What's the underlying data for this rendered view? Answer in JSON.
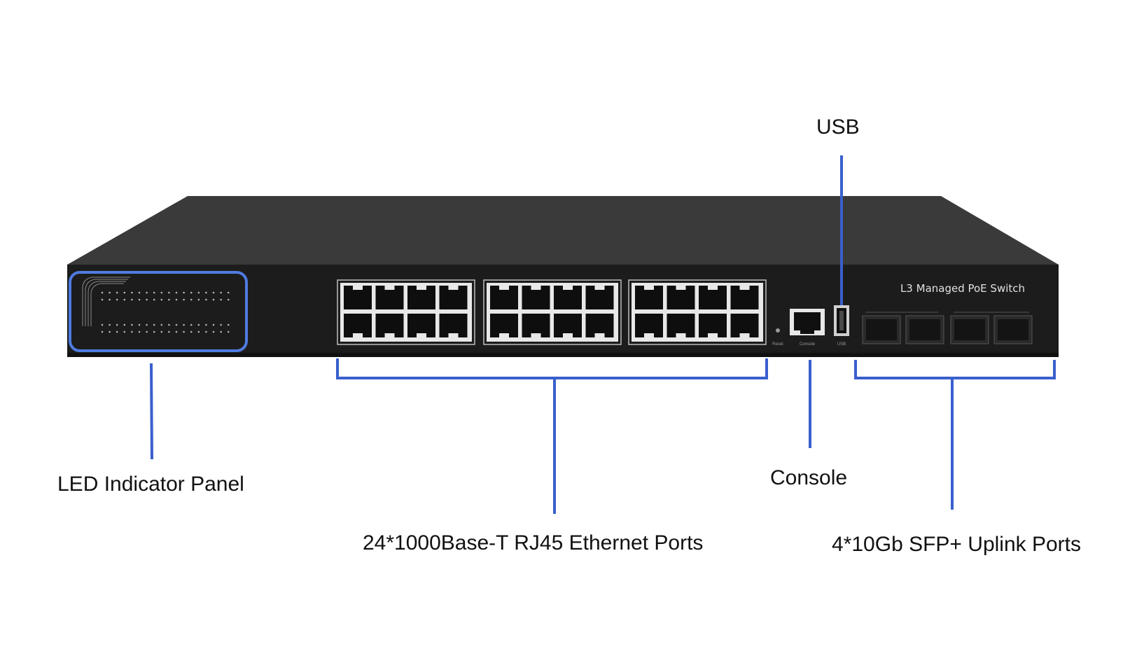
{
  "device": {
    "model_label": "L3 Managed PoE Switch",
    "front_panel_text": [
      "Reset",
      "Console",
      "USB"
    ]
  },
  "callouts": {
    "usb": "USB",
    "led_panel": "LED Indicator Panel",
    "rj45_ports": "24*1000Base-T RJ45 Ethernet Ports",
    "console": "Console",
    "sfp_ports": "4*10Gb SFP+ Uplink Ports"
  },
  "colors": {
    "chassis_top": "#3a3a3a",
    "chassis_front": "#1c1c1c",
    "callout_line": "#3a5fcd",
    "port_frame": "#e8e8e8"
  }
}
